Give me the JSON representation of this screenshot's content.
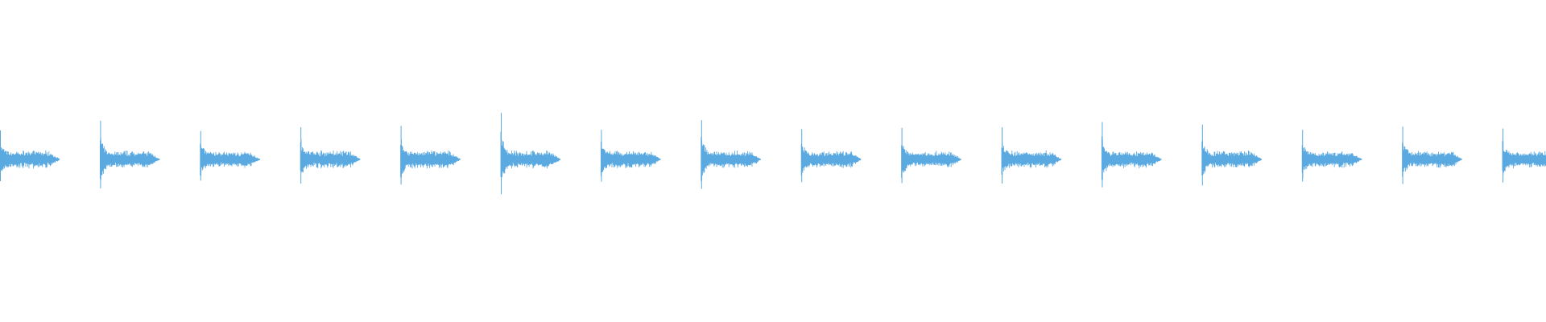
{
  "waveform": {
    "color": "#5aa9e0",
    "hits": [
      {
        "peak": 0.45,
        "tail": 0.2
      },
      {
        "peak": 0.6,
        "tail": 0.19
      },
      {
        "peak": 0.44,
        "tail": 0.18
      },
      {
        "peak": 0.5,
        "tail": 0.2
      },
      {
        "peak": 0.52,
        "tail": 0.2
      },
      {
        "peak": 0.72,
        "tail": 0.2
      },
      {
        "peak": 0.46,
        "tail": 0.19
      },
      {
        "peak": 0.61,
        "tail": 0.19
      },
      {
        "peak": 0.47,
        "tail": 0.19
      },
      {
        "peak": 0.49,
        "tail": 0.18
      },
      {
        "peak": 0.5,
        "tail": 0.19
      },
      {
        "peak": 0.58,
        "tail": 0.19
      },
      {
        "peak": 0.54,
        "tail": 0.19
      },
      {
        "peak": 0.46,
        "tail": 0.18
      },
      {
        "peak": 0.51,
        "tail": 0.19
      },
      {
        "peak": 0.48,
        "tail": 0.19
      }
    ]
  }
}
